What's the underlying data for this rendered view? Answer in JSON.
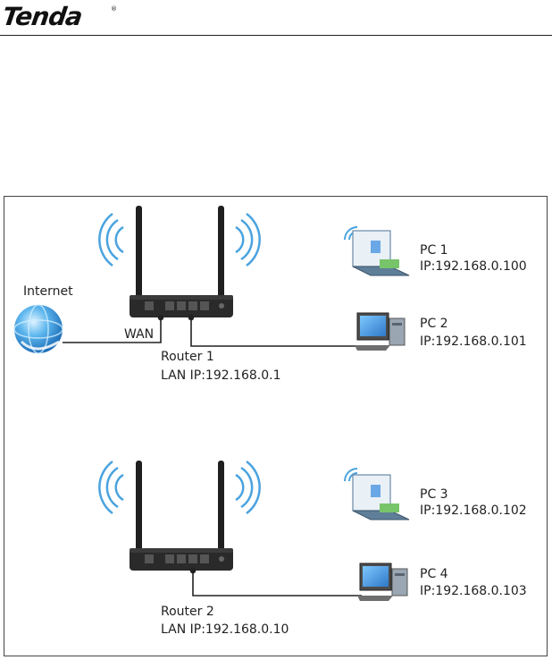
{
  "header": {
    "brand": "Tenda",
    "reg_mark": "®"
  },
  "diagram": {
    "internet_label": "Internet",
    "wan_label": "WAN",
    "router1": {
      "name": "Router 1",
      "lan_ip": "LAN IP:192.168.0.1"
    },
    "router2": {
      "name": "Router 2",
      "lan_ip": "LAN IP:192.168.0.10"
    },
    "pcs": [
      {
        "name": "PC 1",
        "ip": "IP:192.168.0.100",
        "type": "laptop"
      },
      {
        "name": "PC 2",
        "ip": "IP:192.168.0.101",
        "type": "desktop"
      },
      {
        "name": "PC 3",
        "ip": "IP:192.168.0.102",
        "type": "laptop"
      },
      {
        "name": "PC 4",
        "ip": "IP:192.168.0.103",
        "type": "desktop"
      }
    ],
    "colors": {
      "router_body": "#2a2a2a",
      "wifi_waves": "#4aa3df",
      "globe": "#2f8fd8",
      "cable": "#222222"
    }
  }
}
